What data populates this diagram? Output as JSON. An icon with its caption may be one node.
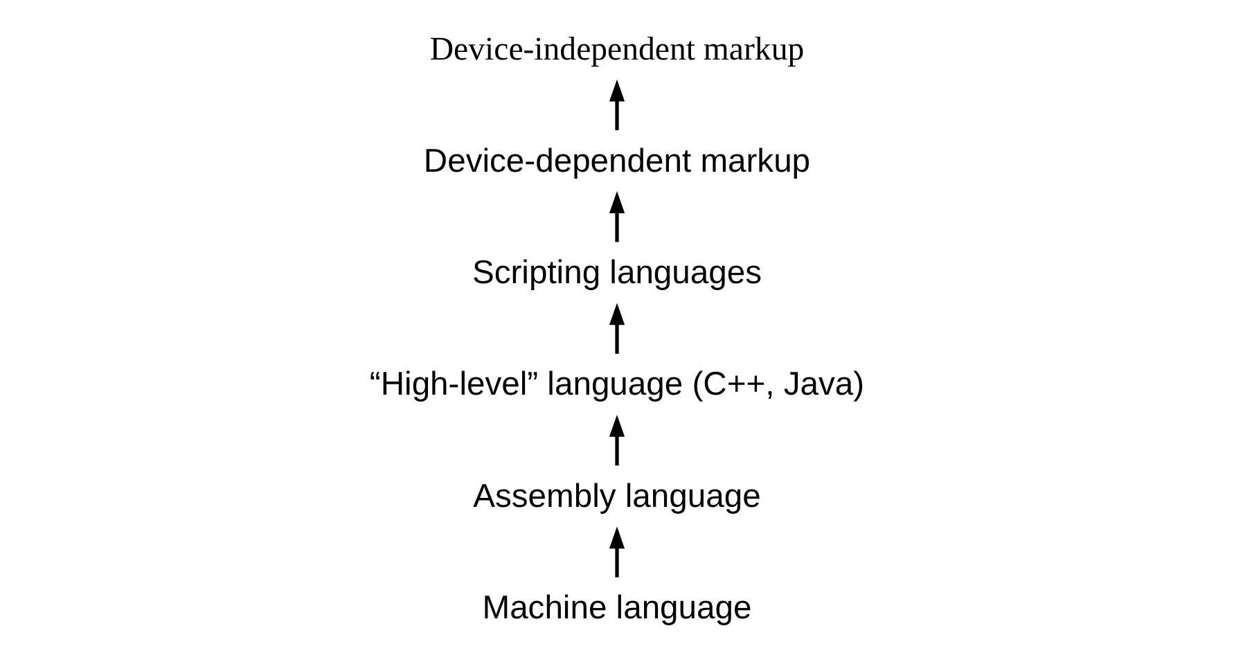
{
  "diagram": {
    "nodes": [
      {
        "text": [
          "Machine language"
        ]
      },
      {
        "text": [
          "Assembly language"
        ]
      },
      {
        "text": [
          "“High-level” language (C++, Java)"
        ]
      },
      {
        "text": [
          "Scripting languages"
        ]
      },
      {
        "text": [
          "Device-dependent markup"
        ]
      },
      {
        "text": [
          "Device-independent markup"
        ]
      }
    ],
    "edges": [
      {
        "from": 0,
        "to": 1,
        "arrow": "to"
      },
      {
        "from": 1,
        "to": 2,
        "arrow": "to"
      },
      {
        "from": 2,
        "to": 3,
        "arrow": "to"
      },
      {
        "from": 3,
        "to": 4,
        "arrow": "to"
      },
      {
        "from": 4,
        "to": 5,
        "arrow": "to"
      }
    ]
  }
}
